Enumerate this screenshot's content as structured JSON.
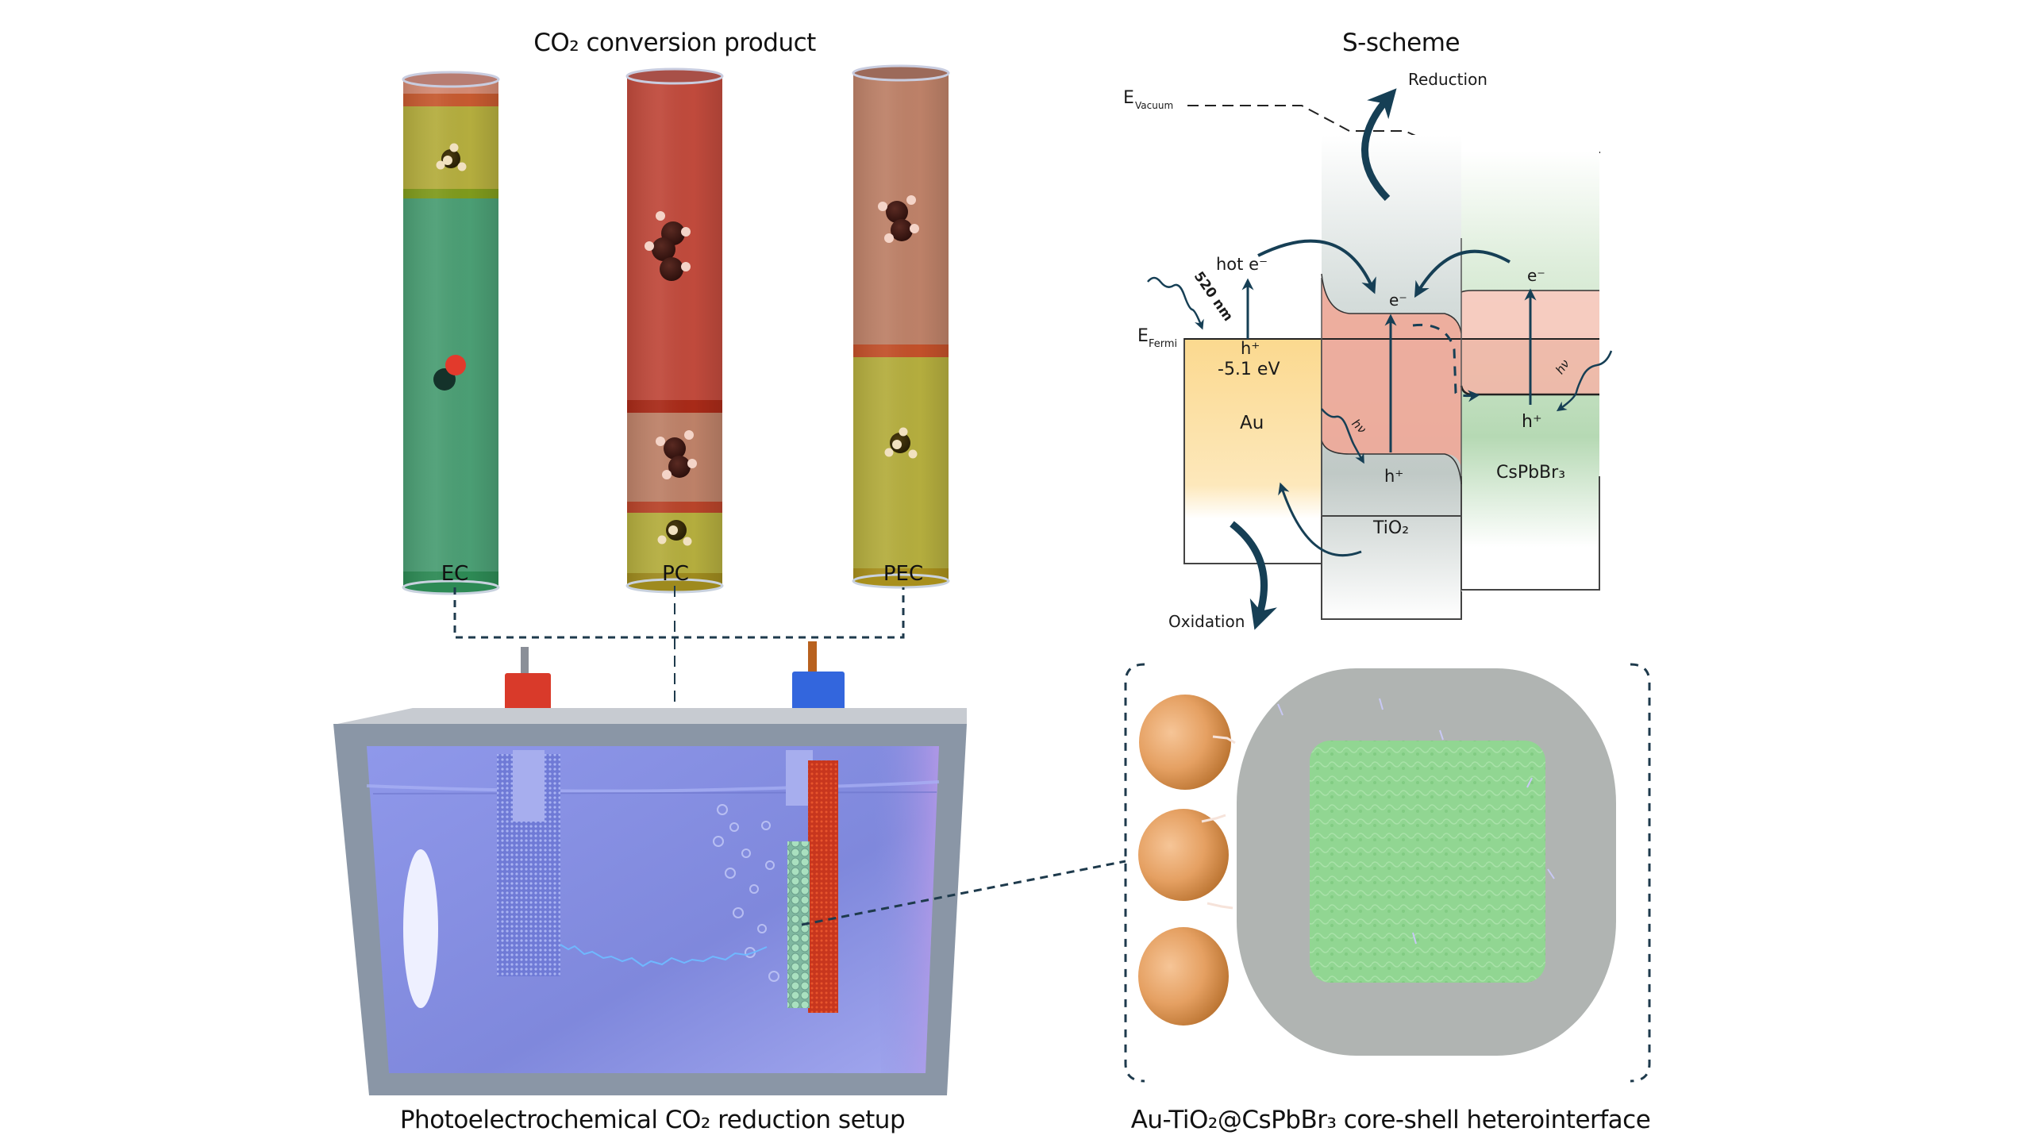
{
  "left_panel": {
    "title": "CO₂ conversion product",
    "cylinders": [
      {
        "label": "EC",
        "layers": [
          {
            "name": "cap",
            "color": "#d48a73"
          },
          {
            "name": "orange-band",
            "color": "#c65a30"
          },
          {
            "name": "yellow",
            "color": "#b4ad3e",
            "molecule": "CH4"
          },
          {
            "name": "green",
            "color": "#4b9e74",
            "molecule": "CO"
          }
        ]
      },
      {
        "label": "PC",
        "layers": [
          {
            "name": "red",
            "color": "#c04a3c",
            "molecule": "C3H?"
          },
          {
            "name": "salmon",
            "color": "#bd8168",
            "molecule": "C2H4"
          },
          {
            "name": "yellow",
            "color": "#b4ad3e",
            "molecule": "CH4"
          }
        ]
      },
      {
        "label": "PEC",
        "layers": [
          {
            "name": "salmon",
            "color": "#bd8168",
            "molecule": "C2H4"
          },
          {
            "name": "yellow",
            "color": "#b4ad3e",
            "molecule": "CH4"
          }
        ]
      }
    ]
  },
  "reactor": {
    "caption": "Photoelectrochemical CO₂ reduction setup",
    "left_terminal_color": "#d93a2a",
    "right_terminal_color": "#3366dd",
    "electrolyte_color": "#8c94e6",
    "frame_color": "#8a96a6"
  },
  "s_scheme": {
    "title": "S-scheme",
    "e_vacuum_label": "E",
    "e_vacuum_sub": "Vacuum",
    "e_fermi_label": "E",
    "e_fermi_sub": "Fermi",
    "reduction_label": "Reduction",
    "oxidation_label": "Oxidation",
    "hot_e_label": "hot e⁻",
    "wavelength_label": "520 nm",
    "au_h_label": "h⁺",
    "work_function": "-5.1 eV",
    "au_label": "Au",
    "tio2_label": "TiO₂",
    "cspbbr3_label": "CsPbBr₃",
    "tio2_e_label": "e⁻",
    "tio2_h_label": "h⁺",
    "cs_e_label": "e⁻",
    "cs_h_label": "h⁺",
    "hv_label": "hν",
    "colors": {
      "au": "#fbd98f",
      "tio2": "#c3cbc8",
      "cspbbr3": "#b6d9b4",
      "band": "#f0a898",
      "arrow": "#163f55"
    }
  },
  "core_shell": {
    "caption": "Au-TiO₂@CsPbBr₃ core-shell heterointerface",
    "au_particle_color": "#e09a55",
    "shell_color": "#a9aeab",
    "core_color": "#8fd890",
    "au_particle_count": 3
  }
}
